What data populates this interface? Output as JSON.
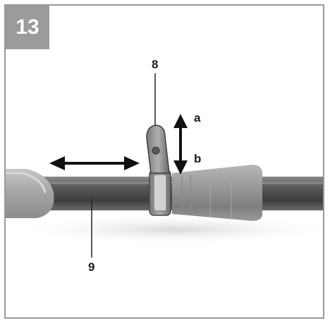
{
  "step": {
    "number": "13"
  },
  "callouts": {
    "clamp": "8",
    "up": "a",
    "down": "b",
    "tube": "9"
  },
  "colors": {
    "badge": "#9b9b9b",
    "border": "#9a9a9a",
    "tube": "#5e5e5e",
    "handle": "#9a9a9a",
    "arrow": "#111111"
  }
}
